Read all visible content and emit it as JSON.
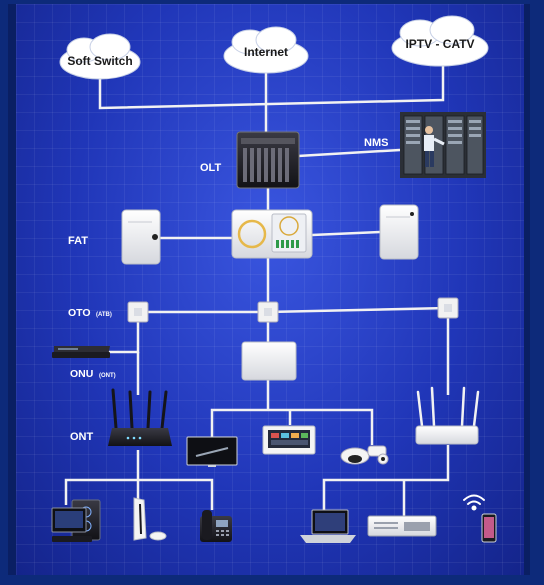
{
  "clouds": {
    "soft_switch": "Soft Switch",
    "internet": "Internet",
    "iptv": "IPTV - CATV"
  },
  "labels": {
    "nms": "NMS",
    "olt": "OLT",
    "fat": "FAT",
    "oto": "OTO",
    "oto_sub": "(ATB)",
    "onu": "ONU",
    "onu_sub": "(ONT)",
    "ont": "ONT"
  },
  "colors": {
    "line": "#f2f2f2",
    "device_white": "#f4f4f4",
    "device_dark": "#1e1e24"
  }
}
